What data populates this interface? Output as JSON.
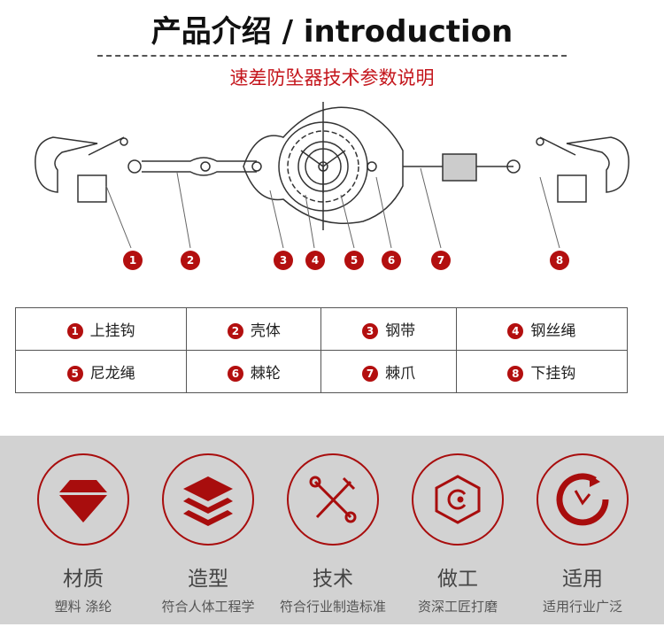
{
  "header": {
    "title": "产品介绍 / introduction",
    "subtitle": "速差防坠器技术参数说明"
  },
  "diagram": {
    "callouts": [
      "1",
      "2",
      "3",
      "4",
      "5",
      "6",
      "7",
      "8"
    ]
  },
  "parts": [
    {
      "num": "1",
      "label": "上挂钩"
    },
    {
      "num": "2",
      "label": "壳体"
    },
    {
      "num": "3",
      "label": "钢带"
    },
    {
      "num": "4",
      "label": "钢丝绳"
    },
    {
      "num": "5",
      "label": "尼龙绳"
    },
    {
      "num": "6",
      "label": "棘轮"
    },
    {
      "num": "7",
      "label": "棘爪"
    },
    {
      "num": "8",
      "label": "下挂钩"
    }
  ],
  "features": [
    {
      "icon": "diamond-icon",
      "title": "材质",
      "desc": "塑料  涤纶"
    },
    {
      "icon": "layers-icon",
      "title": "造型",
      "desc": "符合人体工程学"
    },
    {
      "icon": "tools-icon",
      "title": "技术",
      "desc": "符合行业制造标准"
    },
    {
      "icon": "hex-gear-icon",
      "title": "做工",
      "desc": "资深工匠打磨"
    },
    {
      "icon": "clock-cycle-icon",
      "title": "适用",
      "desc": "适用行业广泛"
    }
  ],
  "colors": {
    "accent": "#b30f0f",
    "band": "#d2d2d2"
  }
}
